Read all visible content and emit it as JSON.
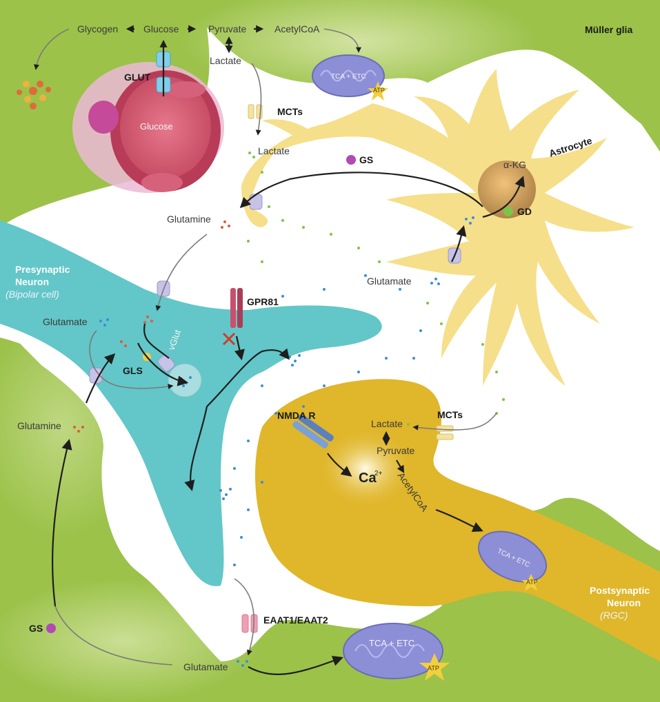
{
  "labels": {
    "glycogen": "Glycogen",
    "glucose_top": "Glucose",
    "pyruvate_top": "Pyruvate",
    "acetylcoa_top": "AcetylCoA",
    "lactate_top": "Lactate",
    "muller_glia": "Müller glia",
    "glut": "GLUT",
    "glucose_vessel": "Glucose",
    "mcts_top": "MCTs",
    "lactate_mid": "Lactate",
    "gs_astro": "GS",
    "astrocyte": "Astrocyte",
    "akg": "α-KG",
    "gd": "GD",
    "glutamine_top": "Glutamine",
    "glutamate_astro": "Glutamate",
    "presynaptic_line1": "Presynaptic",
    "presynaptic_line2": "Neuron",
    "presynaptic_sub": "(Bipolar cell)",
    "glutamate_pre": "Glutamate",
    "gls": "GLS",
    "vglut": "vGlut",
    "gpr81": "GPR81",
    "glutamine_left": "Glutamine",
    "nmda": "NMDA R",
    "ca": "Ca",
    "ca_sup": "2+",
    "mcts_right": "MCTs",
    "lactate_post": "Lactate",
    "pyruvate_post": "Pyruvate",
    "acetylcoa_post": "AcetylCoA",
    "postsynaptic_line1": "Postsynaptic",
    "postsynaptic_line2": "Neuron",
    "postsynaptic_sub": "(RGC)",
    "eaat": "EAAT1/EAAT2",
    "gs_bottom": "GS",
    "glutamate_bottom": "Glutamate",
    "tca_etc_top": "TCA + ETC",
    "atp_top": "ATP",
    "tca_etc_post": "TCA + ETC",
    "atp_post": "ATP",
    "tca_etc_bottom": "TCA + ETC",
    "atp_bottom": "ATP"
  },
  "colors": {
    "muller_glia": "#9cc24a",
    "astrocyte": "#f5df8a",
    "presynaptic": "#63c6c8",
    "postsynaptic": "#e0b62a",
    "vessel": "#e0687e",
    "mitochondria": "#8d8fd6",
    "atp_star": "#f2cf3c",
    "glutamate_dot": "#3a8ed8",
    "glutamine_dot": "#e05a3a",
    "lactate_dot": "#7cc44a"
  }
}
